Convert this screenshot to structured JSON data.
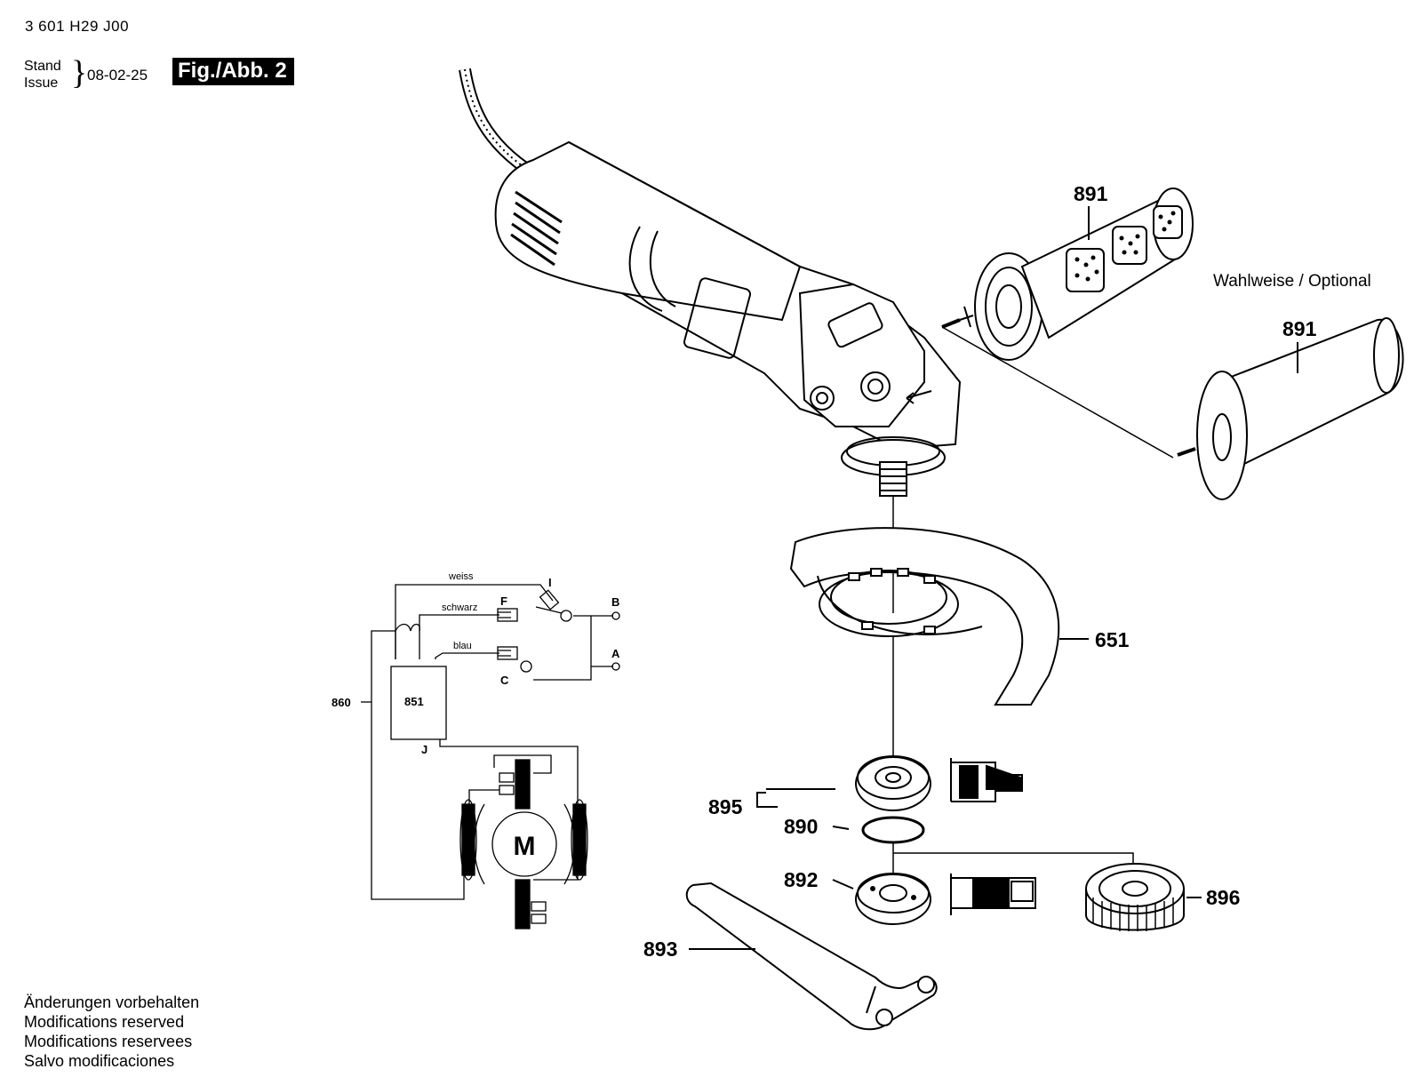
{
  "header": {
    "part_number": "3 601 H29 J00",
    "stand_label": "Stand",
    "issue_label": "Issue",
    "date": "08-02-25",
    "figure_label": "Fig./Abb. 2"
  },
  "callouts": {
    "c891_top": "891",
    "c891_opt": "891",
    "c651": "651",
    "c895": "895",
    "c890": "890",
    "c892": "892",
    "c896": "896",
    "c893": "893",
    "c860": "860",
    "c851": "851"
  },
  "optional_note": "Wahlweise / Optional",
  "wiring": {
    "wire_white": "weiss",
    "wire_black": "schwarz",
    "wire_blue": "blau",
    "term_I": "I",
    "term_F": "F",
    "term_B": "B",
    "term_A": "A",
    "term_C": "C",
    "term_J": "J",
    "motor": "M"
  },
  "footer": [
    "Änderungen vorbehalten",
    "Modifications reserved",
    "Modifications reservees",
    "Salvo modificaciones"
  ]
}
